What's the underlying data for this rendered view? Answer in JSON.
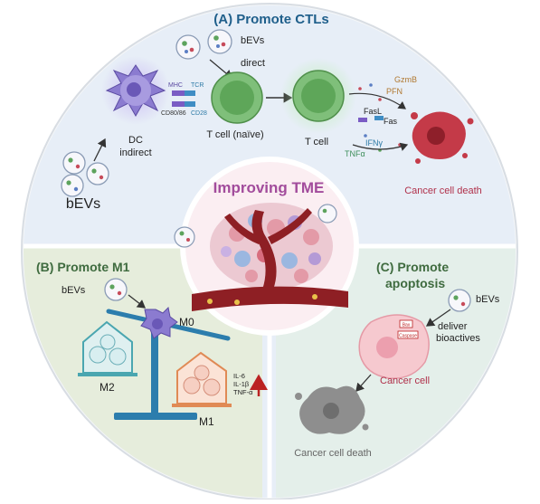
{
  "center": {
    "title": "Improving TME"
  },
  "panel_a": {
    "title": "(A) Promote CTLs",
    "bevs_top": "bEVs",
    "direct": "direct",
    "indirect": "indirect",
    "bevs_left": "bEVs",
    "dc": "DC",
    "mhc": "MHC",
    "tcr": "TCR",
    "cd8086": "CD80/86",
    "cd28": "CD28",
    "tcell_naive": "T cell (naïve)",
    "tcell": "T cell",
    "gzmb": "GzmB",
    "pfn": "PFN",
    "fasl": "FasL",
    "fas": "Fas",
    "ifng": "IFNγ",
    "tnfa": "TNFα",
    "cancer_death": "Cancer cell death"
  },
  "panel_b": {
    "title": "(B) Promote M1",
    "bevs": "bEVs",
    "m0": "M0",
    "m2": "M2",
    "m1": "M1",
    "il6": "IL-6",
    "il1b": "IL-1β",
    "tnfa": "TNF-α"
  },
  "panel_c": {
    "title_line1": "(C) Promote",
    "title_line2": "apoptosis",
    "bevs": "bEVs",
    "deliver1": "deliver",
    "deliver2": "bioactives",
    "cancer_cell": "Cancer cell",
    "cancer_death": "Cancer cell death",
    "box_bax": "Bax",
    "box_casp": "Caspase"
  },
  "colors": {
    "title_blue": "#1f5f8b",
    "title_green": "#3f6b3f",
    "panel_a_bg": "#e7eef7",
    "panel_b_bg": "#e6eddc",
    "panel_c_bg": "#e4efea",
    "center_bg": "#fbeef2",
    "improving": "#a24c9c",
    "vessel": "#8e1f24"
  }
}
